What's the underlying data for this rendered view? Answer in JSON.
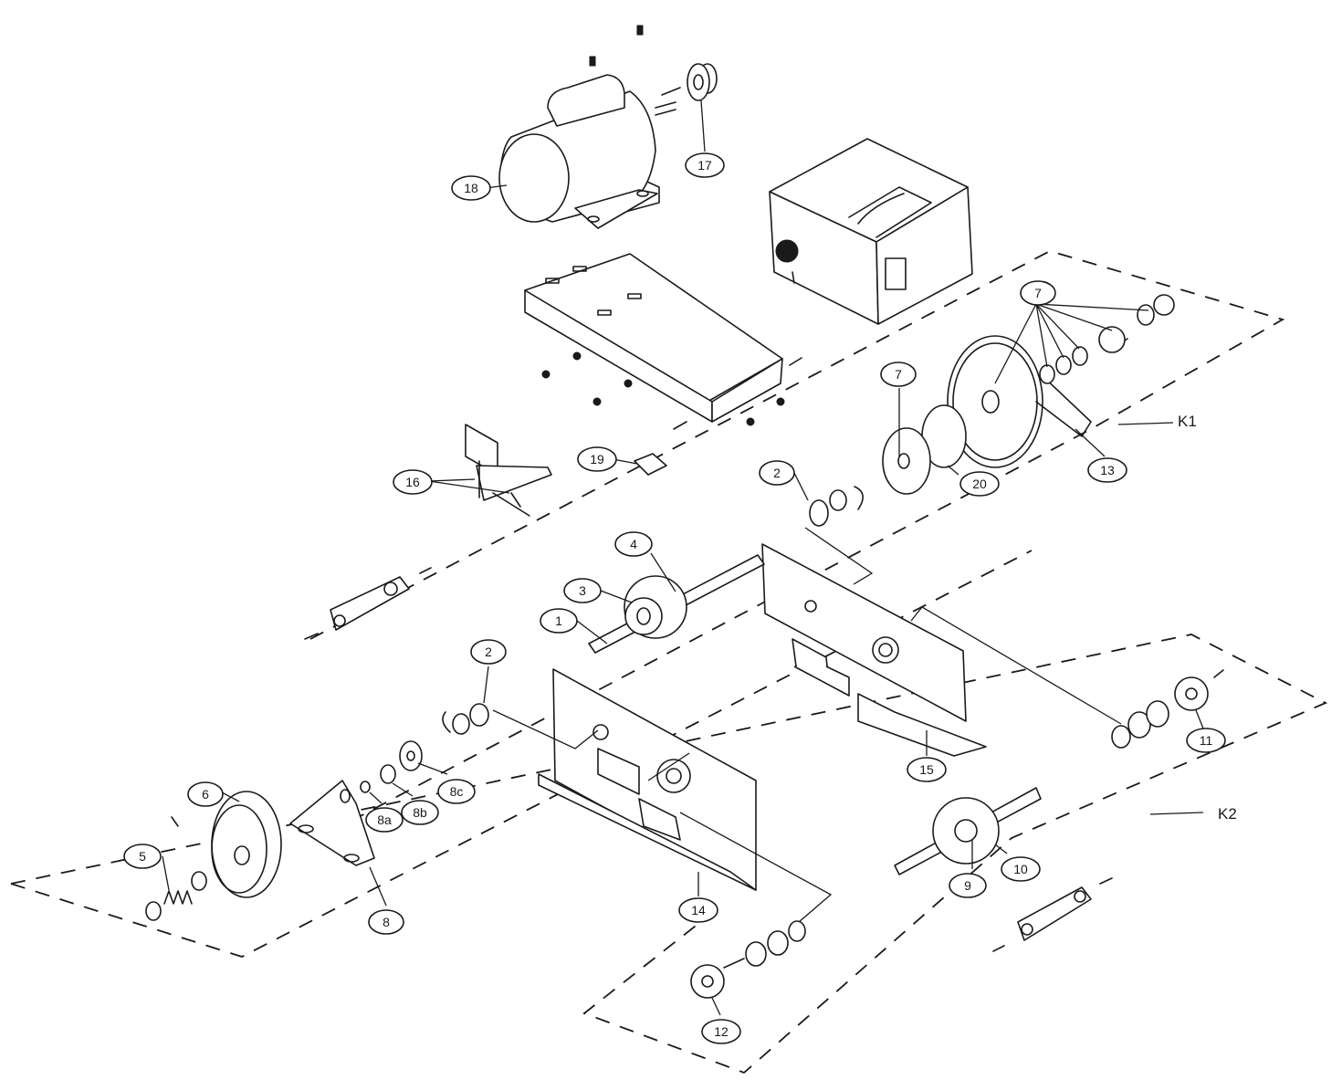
{
  "callouts": {
    "c1": "1",
    "c2a": "2",
    "c2b": "2",
    "c3": "3",
    "c4": "4",
    "c5": "5",
    "c6": "6",
    "c7a": "7",
    "c7b": "7",
    "c8": "8",
    "c8a": "8a",
    "c8b": "8b",
    "c8c": "8c",
    "c9": "9",
    "c10": "10",
    "c11": "11",
    "c12": "12",
    "c13": "13",
    "c14": "14",
    "c15": "15",
    "c16": "16",
    "c17": "17",
    "c18": "18",
    "c19": "19",
    "c20": "20"
  },
  "kits": {
    "k1": "K1",
    "k2": "K2"
  }
}
